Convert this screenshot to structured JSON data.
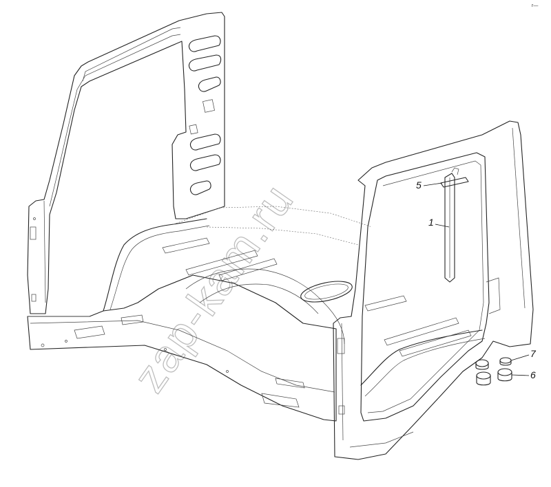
{
  "drawing": {
    "subject": "truck-cab-floor-and-frame-panels",
    "callouts": [
      {
        "id": "c1",
        "label": "1"
      },
      {
        "id": "c5",
        "label": "5"
      },
      {
        "id": "c6",
        "label": "6"
      },
      {
        "id": "c7",
        "label": "7"
      }
    ],
    "corner_mark": "r—",
    "watermark": "zap-kam.ru"
  },
  "colors": {
    "ink": "#222222",
    "watermark": "#bdbdbd",
    "background": "#ffffff"
  }
}
